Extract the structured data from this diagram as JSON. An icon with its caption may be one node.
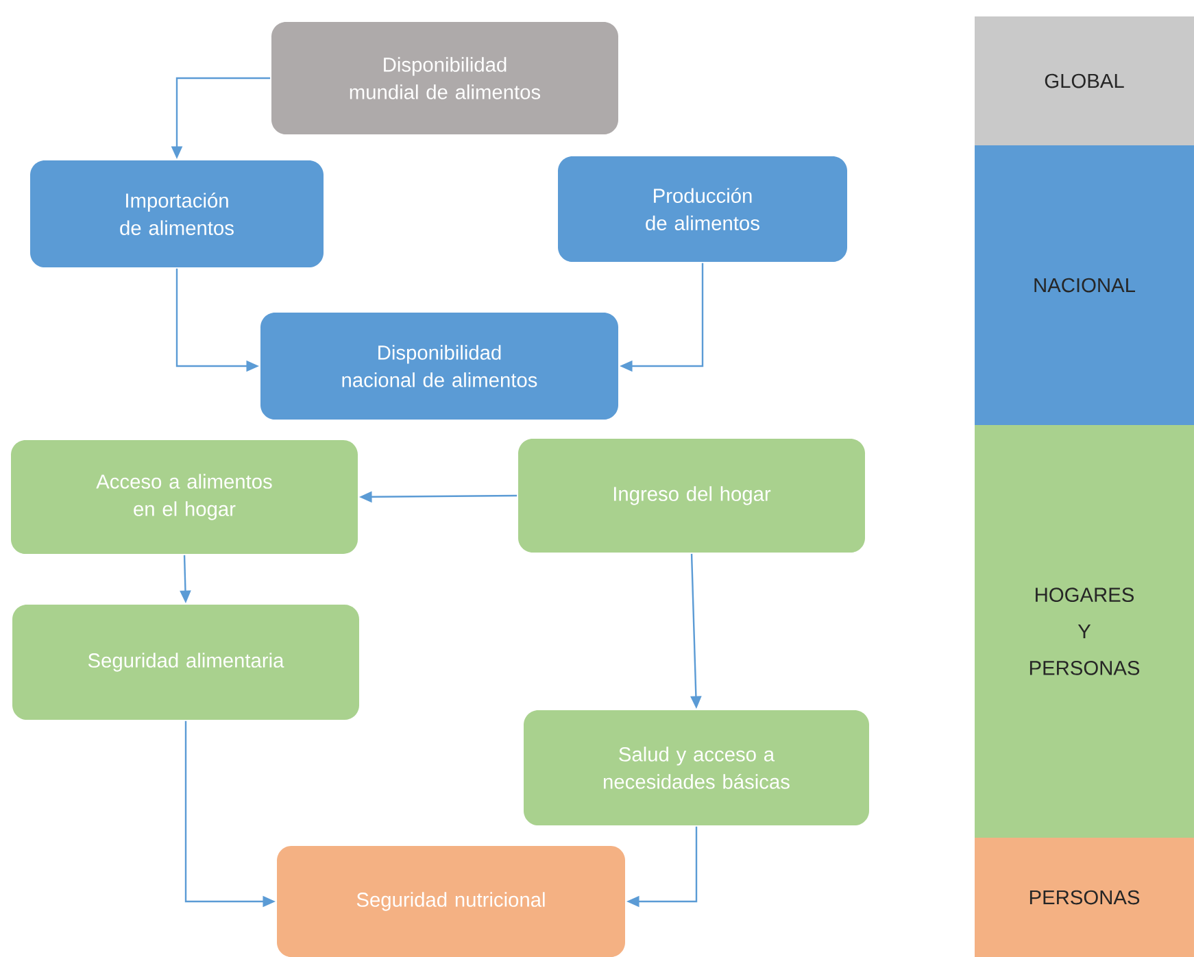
{
  "diagram": {
    "nodes": [
      {
        "text": [
          "Disponibilidad mundial de alimentos"
        ]
      },
      {
        "text": [
          "Importación de alimentos"
        ]
      },
      {
        "text": [
          "Producción de alimentos"
        ]
      },
      {
        "text": [
          "Disponibilidad nacional de alimentos"
        ]
      },
      {
        "text": [
          "Acceso a alimentos en el hogar"
        ]
      },
      {
        "text": [
          "Ingreso del hogar"
        ]
      },
      {
        "text": [
          "Seguridad alimentaria"
        ]
      },
      {
        "text": [
          "Salud y acceso a necesidades básicas"
        ]
      },
      {
        "text": [
          "Seguridad nutricional"
        ]
      },
      {
        "text": [
          "GLOBAL"
        ]
      },
      {
        "text": [
          "NACIONAL"
        ]
      },
      {
        "text": [
          "HOGARES Y PERSONAS"
        ]
      },
      {
        "text": [
          "PERSONAS"
        ]
      }
    ],
    "edges": [
      {
        "from": 0,
        "to": 1,
        "arrow": "to"
      },
      {
        "from": 1,
        "to": 3,
        "arrow": "to"
      },
      {
        "from": 2,
        "to": 3,
        "arrow": "to"
      },
      {
        "from": 5,
        "to": 4,
        "arrow": "to"
      },
      {
        "from": 4,
        "to": 6,
        "arrow": "to"
      },
      {
        "from": 5,
        "to": 7,
        "arrow": "to"
      },
      {
        "from": 6,
        "to": 8,
        "arrow": "to"
      },
      {
        "from": 7,
        "to": 8,
        "arrow": "to"
      }
    ]
  }
}
